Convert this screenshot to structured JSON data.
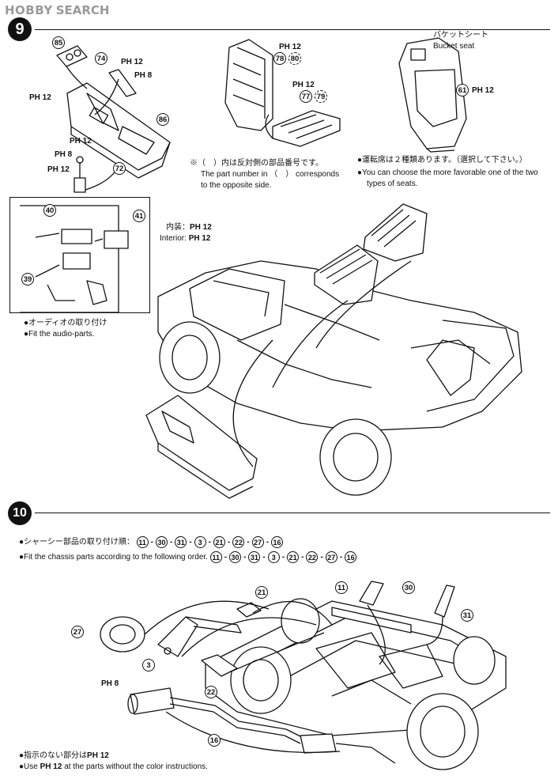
{
  "watermark": {
    "logo": "HOBBY",
    "site_prefix": "",
    "site": "SEARCH"
  },
  "step9": {
    "number": "9",
    "callouts": {
      "c85": "85",
      "c74": "74",
      "c86": "86",
      "c72": "72",
      "c78": "78",
      "c80": "80",
      "c77": "77",
      "c79": "79",
      "c61": "61",
      "c40": "40",
      "c41": "41",
      "c39": "39"
    },
    "paint_codes": {
      "console_left": "PH 12",
      "lever_top": "PH 12",
      "lever_second": "PH 8",
      "shifter_top": "PH 12",
      "shifter_mid": "PH 8",
      "shifter_bottom": "PH 12",
      "seat_top": "PH 12",
      "seat_bottom": "PH 12",
      "bucket": "PH 12",
      "interior_jp": "PH 12",
      "interior_en": "PH 12"
    },
    "note_jp": "※（　）内は反対側の部品番号です。",
    "note_en_1": "The part number in （　） corresponds",
    "note_en_2": "to the opposite side.",
    "bucket_jp": "バケットシート",
    "bucket_en": "Bucket seat",
    "seat_choice_jp": "●運転席は２種類あります。（選択して下さい。）",
    "seat_choice_en_1": "●You can choose the more favorable one of the two",
    "seat_choice_en_2": "types of seats.",
    "interior_label_jp": "内装：",
    "interior_label_en": "Interior:",
    "audio_jp": "●オーディオの取り付け",
    "audio_en": "●Fit the audio-parts."
  },
  "step10": {
    "number": "10",
    "order_jp": "●シャーシー部品の取り付け順：",
    "order_en": "●Fit the chassis parts according to the following order.",
    "sequence": [
      "11",
      "30",
      "31",
      "3",
      "21",
      "22",
      "27",
      "16"
    ],
    "callouts": {
      "c21": "21",
      "c11": "11",
      "c30": "30",
      "c27": "27",
      "c31": "31",
      "c3": "3",
      "c22": "22",
      "c16": "16"
    },
    "paint_muffler": "PH 8",
    "note_jp": "●指示のない部分は",
    "note_jp_code": "PH 12",
    "note_en_pre": "●Use",
    "note_en_code": "PH 12",
    "note_en_post": "at the parts without the color instructions."
  }
}
